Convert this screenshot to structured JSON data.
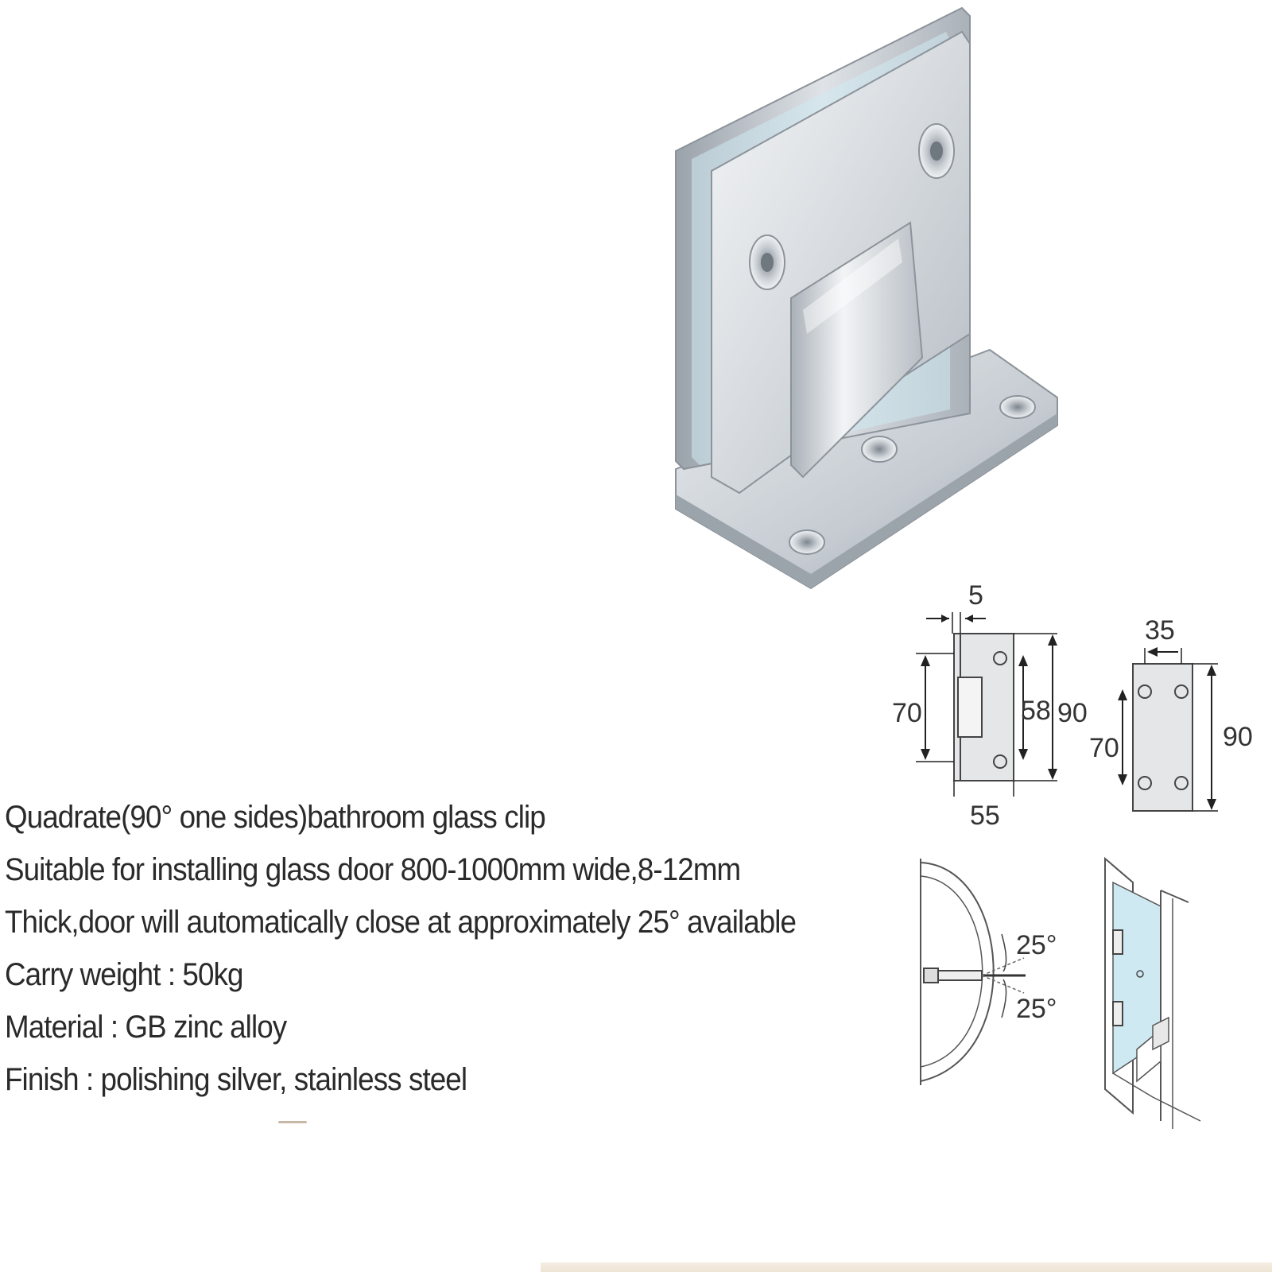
{
  "specs": [
    "Quadrate(90° one sides)bathroom glass clip",
    "Suitable for installing glass door 800-1000mm wide,8-12mm",
    "Thick,door will automatically close at approximately 25° available",
    "Carry weight : 50kg",
    "Material : GB zinc alloy",
    "Finish : polishing silver, stainless steel"
  ],
  "front_drawing": {
    "thickness": "5",
    "left_height": "70",
    "hole_spacing": "58",
    "total_height": "90",
    "width": "55"
  },
  "side_drawing": {
    "top_width": "35",
    "hole_height": "70",
    "total_height": "90"
  },
  "swing_diagram": {
    "angle_top": "25°",
    "angle_bottom": "25°"
  },
  "colors": {
    "metal_light": "#e6e9ec",
    "metal_mid": "#c4c9ce",
    "metal_dark": "#8e959c",
    "glass": "#cfe9f3",
    "text": "#2a2a2a"
  }
}
